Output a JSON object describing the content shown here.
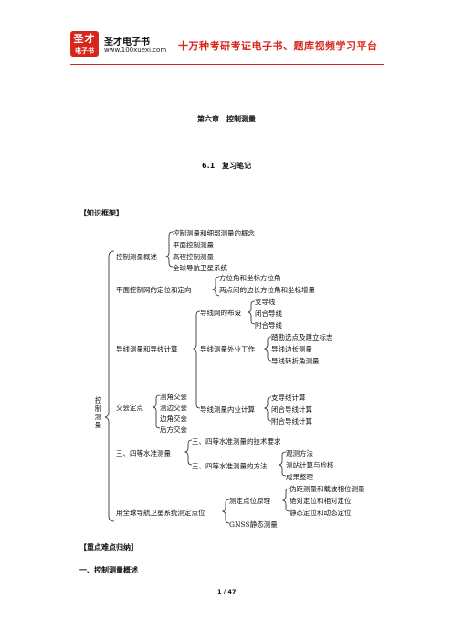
{
  "header": {
    "logo_line1": "圣才",
    "logo_line2": "电子书",
    "brand_name": "圣才电子书",
    "brand_url": "www.100xuexi.com",
    "slogan": "十万种考研考证电子书、题库视频学习平台"
  },
  "chapter_title": "第六章　控制测量",
  "section_title": "6.1　复习笔记",
  "framework_heading": "【知识框架】",
  "tree": {
    "root": "控制测量",
    "overview": {
      "label": "控制测量概述",
      "items": [
        "控制测量和细部测量的概念",
        "平面控制测量",
        "高程控制测量",
        "全球导航卫星系统"
      ]
    },
    "orientation": {
      "label": "平面控制网的定位和定向",
      "items": [
        "方位角和坐标方位角",
        "两点间的边长方位角和坐标增量"
      ]
    },
    "traverse": {
      "label": "导线测量和导线计算",
      "layout": {
        "label": "导线网的布设",
        "items": [
          "支导线",
          "闭合导线",
          "附合导线"
        ]
      },
      "field": {
        "label": "导线测量外业工作",
        "items": [
          "踏勘选点及建立标志",
          "导线边长测量",
          "导线转折角测量"
        ]
      },
      "office": {
        "label": "导线测量内业计算",
        "items": [
          "支导线计算",
          "闭合导线计算",
          "附合导线计算"
        ]
      }
    },
    "intersection": {
      "label": "交会定点",
      "items": [
        "测角交会",
        "测边交会",
        "边角交会",
        "后方交会"
      ]
    },
    "leveling": {
      "label": "三、四等水准测量",
      "req": "三、四等水准测量的技术要求",
      "method": {
        "label": "三、四等水准测量的方法",
        "items": [
          "观测方法",
          "测站计算与检核",
          "成果整理"
        ]
      }
    },
    "gnss": {
      "label": "用全球导航卫星系统测定点位",
      "principle": {
        "label": "测定点位原理",
        "items": [
          "伪距测量和载波相位测量",
          "绝对定位和相对定位",
          "静态定位和动态定位"
        ]
      },
      "static": "GNSS静态测量"
    }
  },
  "key_points_heading": "【重点难点归纳】",
  "subsection_title": "一、控制测量概述",
  "page_number": "1 / 47"
}
